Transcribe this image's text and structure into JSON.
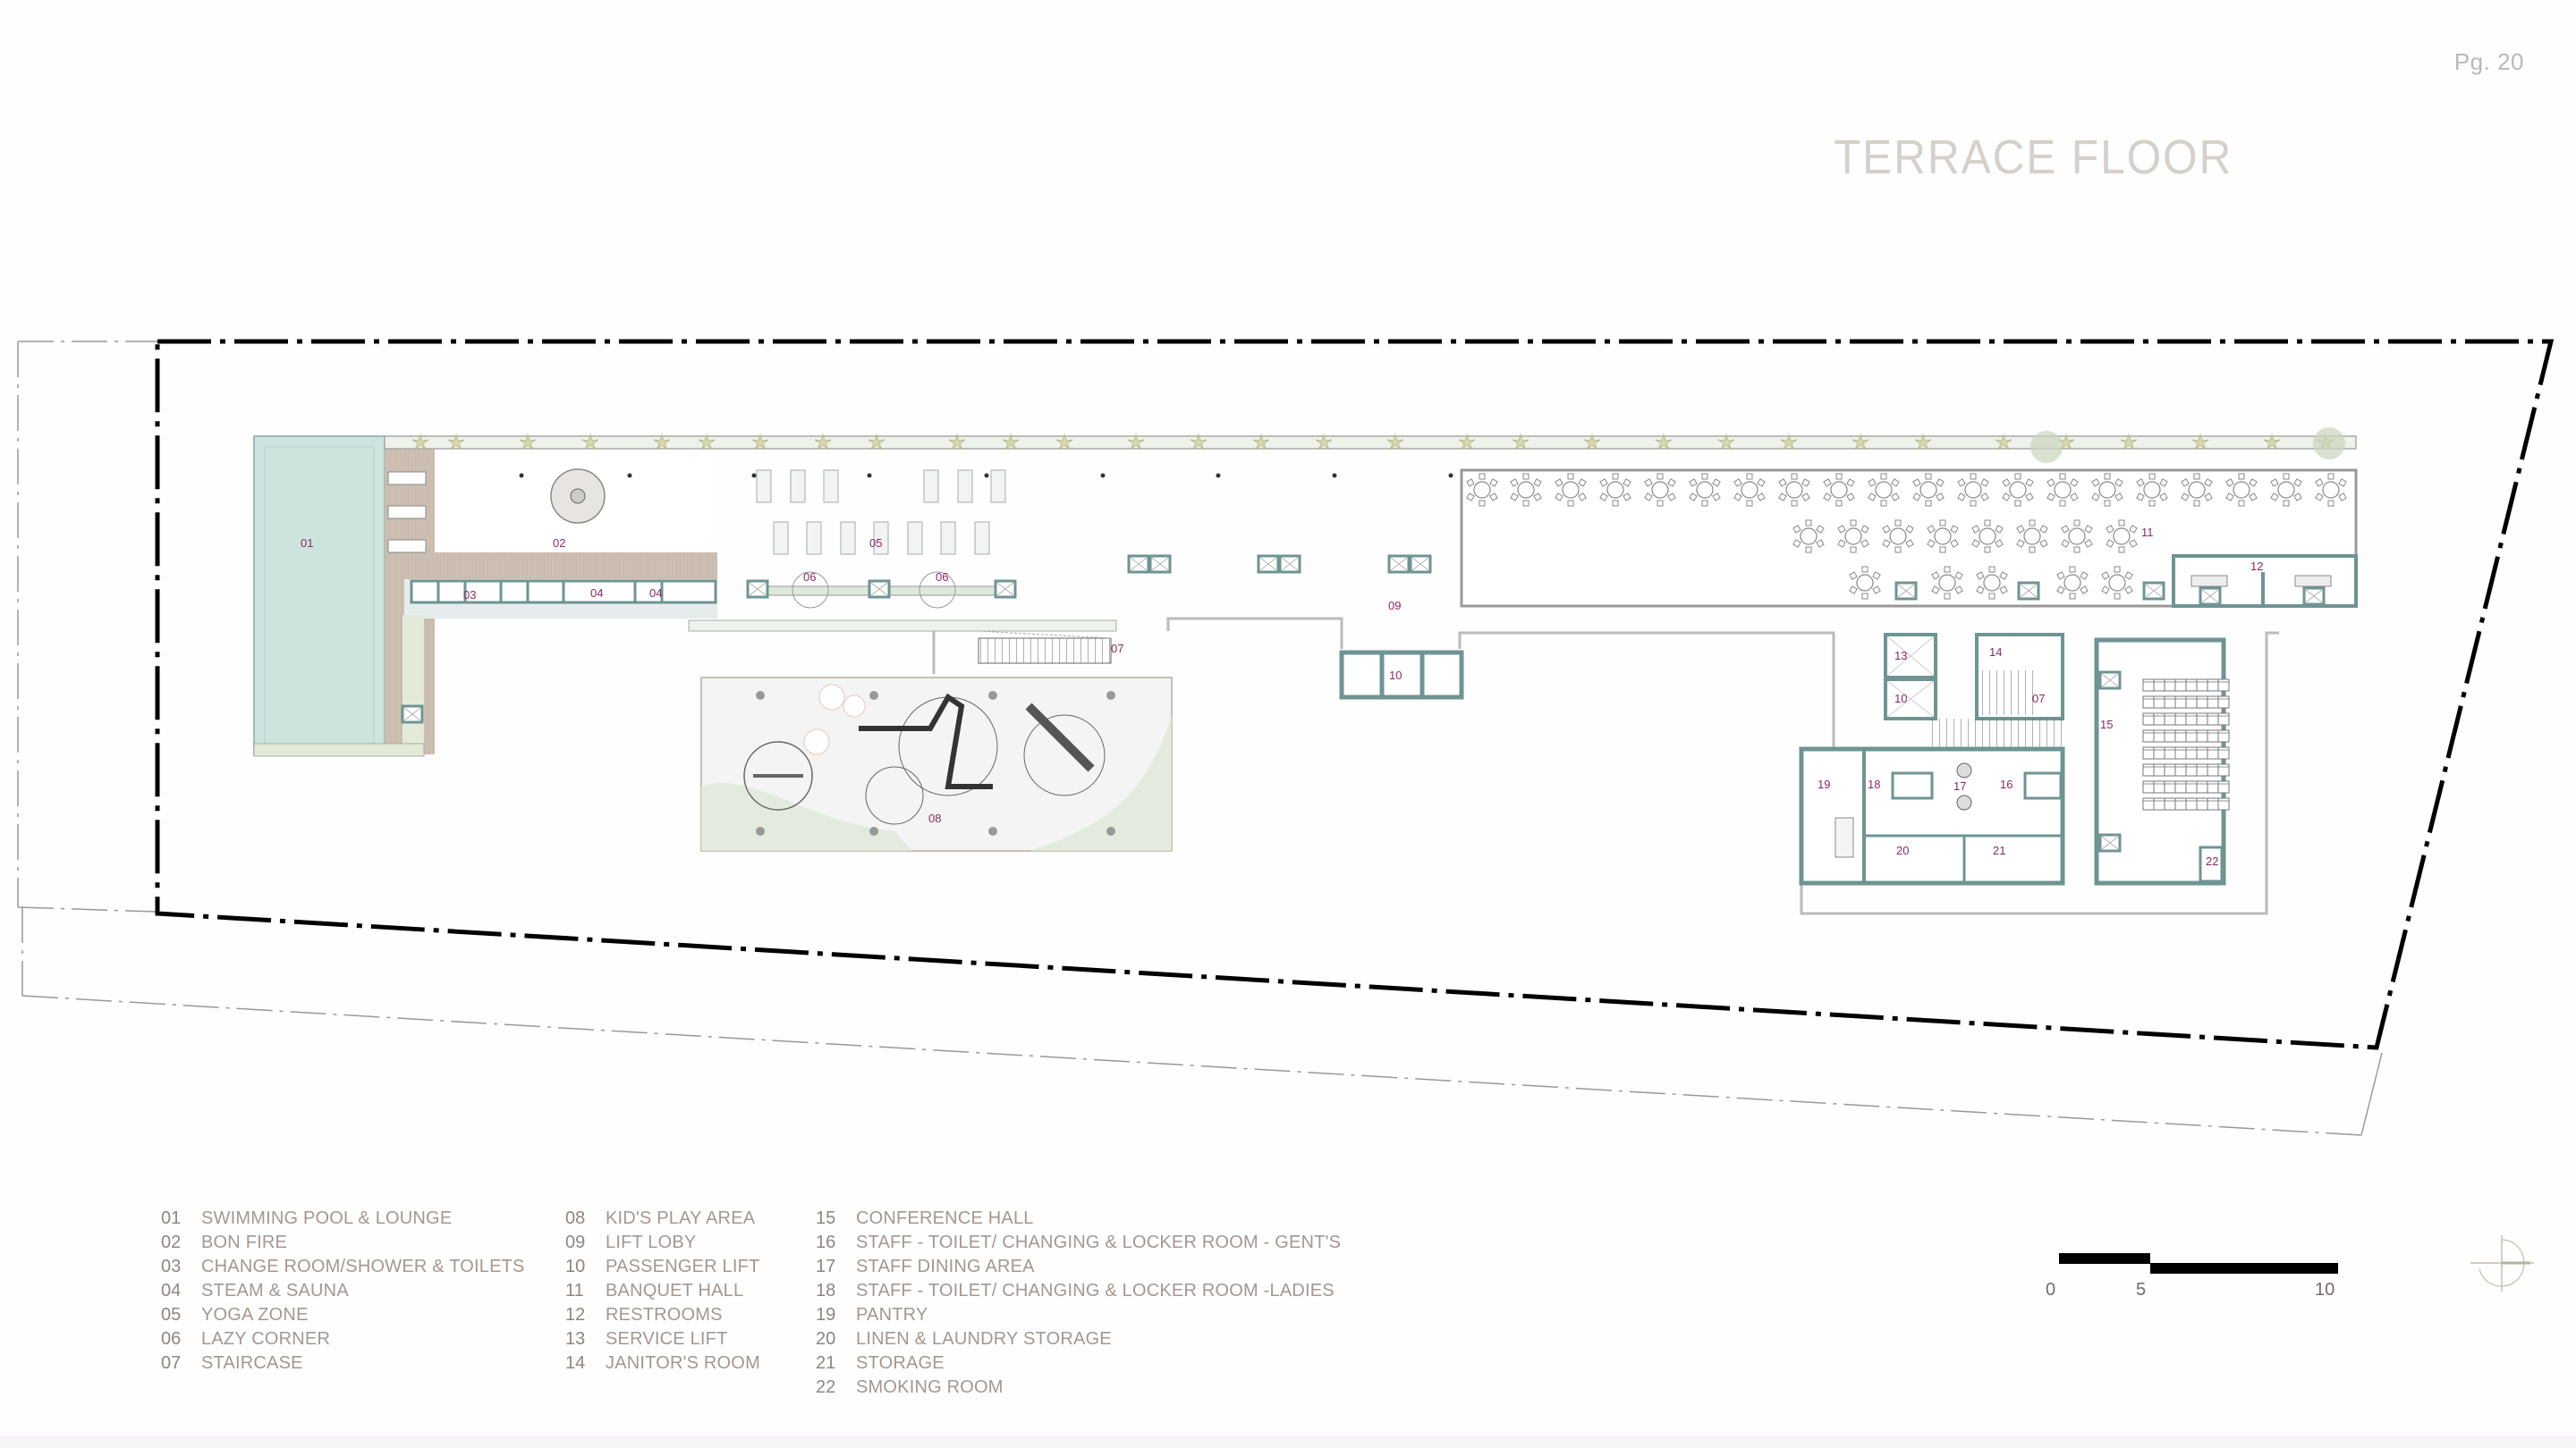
{
  "page": {
    "number": "Pg. 20",
    "title": "TERRACE FLOOR"
  },
  "colors": {
    "wall_teal": "#6e9493",
    "pool_water": "#cde4de",
    "deck_wood": "#cdbfb2",
    "label_magenta": "#8b2a62",
    "legend_text": "#a39891",
    "title_text": "#d6d0ca",
    "planter_green": "#b9c8a4",
    "boundary_black": "#000000"
  },
  "plan_labels": {
    "r01": "01",
    "r02": "02",
    "r03": "03",
    "r04a": "04",
    "r04b": "04",
    "r05": "05",
    "r06a": "06",
    "r06b": "06",
    "r07a": "07",
    "r07b": "07",
    "r08": "08",
    "r09": "09",
    "r10a": "10",
    "r10b": "10",
    "r11": "11",
    "r12": "12",
    "r13": "13",
    "r14": "14",
    "r15": "15",
    "r16": "16",
    "r17": "17",
    "r18": "18",
    "r19": "19",
    "r20": "20",
    "r21": "21",
    "r22": "22"
  },
  "legend": {
    "col1": [
      {
        "num": "01",
        "label": "SWIMMING POOL & LOUNGE"
      },
      {
        "num": "02",
        "label": "BON FIRE"
      },
      {
        "num": "03",
        "label": "CHANGE ROOM/SHOWER & TOILETS"
      },
      {
        "num": "04",
        "label": "STEAM & SAUNA"
      },
      {
        "num": "05",
        "label": "YOGA ZONE"
      },
      {
        "num": "06",
        "label": "LAZY CORNER"
      },
      {
        "num": "07",
        "label": "STAIRCASE"
      }
    ],
    "col2": [
      {
        "num": "08",
        "label": "KID'S PLAY AREA"
      },
      {
        "num": "09",
        "label": "LIFT LOBY"
      },
      {
        "num": "10",
        "label": "PASSENGER LIFT"
      },
      {
        "num": "11",
        "label": "BANQUET HALL"
      },
      {
        "num": "12",
        "label": "RESTROOMS"
      },
      {
        "num": "13",
        "label": "SERVICE LIFT"
      },
      {
        "num": "14",
        "label": "JANITOR'S ROOM"
      }
    ],
    "col3": [
      {
        "num": "15",
        "label": "CONFERENCE HALL"
      },
      {
        "num": "16",
        "label": "STAFF - TOILET/ CHANGING & LOCKER ROOM - GENT'S"
      },
      {
        "num": "17",
        "label": "STAFF DINING AREA"
      },
      {
        "num": "18",
        "label": "STAFF - TOILET/ CHANGING & LOCKER ROOM -LADIES"
      },
      {
        "num": "19",
        "label": "PANTRY"
      },
      {
        "num": "20",
        "label": "LINEN & LAUNDRY STORAGE"
      },
      {
        "num": "21",
        "label": "STORAGE"
      },
      {
        "num": "22",
        "label": "SMOKING ROOM"
      }
    ]
  },
  "scale_bar": {
    "ticks": [
      "0",
      "5",
      "10"
    ]
  },
  "north_arrow": {
    "icon": "north-arrow-icon"
  }
}
